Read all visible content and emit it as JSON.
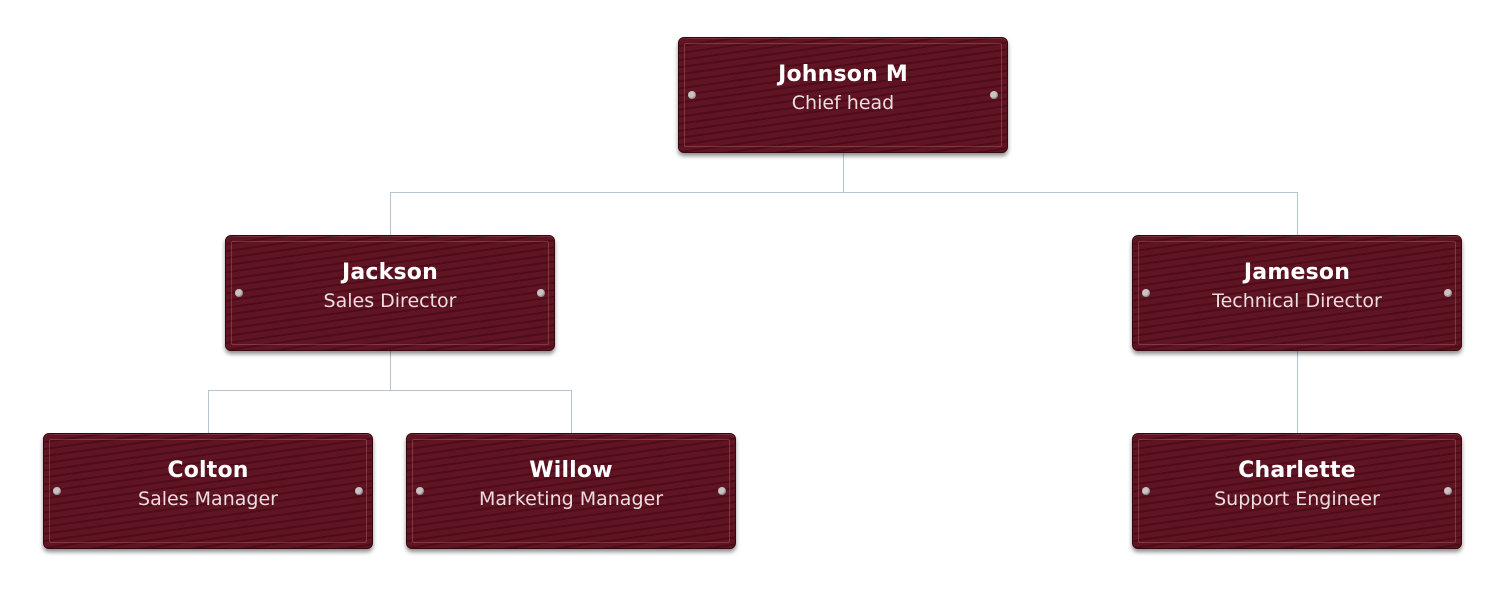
{
  "diagram": {
    "type": "org-chart",
    "colors": {
      "node_fill": "#5b0d1c",
      "node_border": "#3a0611",
      "connector": "#b7c5d3",
      "name_text": "#ffffff",
      "title_text": "#ebdde0",
      "background": "#ffffff"
    },
    "nodes": [
      {
        "id": "johnson",
        "name": "Johnson M",
        "title": "Chief head",
        "parent": null
      },
      {
        "id": "jackson",
        "name": "Jackson",
        "title": "Sales Director",
        "parent": "johnson"
      },
      {
        "id": "jameson",
        "name": "Jameson",
        "title": "Technical Director",
        "parent": "johnson"
      },
      {
        "id": "colton",
        "name": "Colton",
        "title": "Sales Manager",
        "parent": "jackson"
      },
      {
        "id": "willow",
        "name": "Willow",
        "title": "Marketing Manager",
        "parent": "jackson"
      },
      {
        "id": "charlette",
        "name": "Charlette",
        "title": "Support Engineer",
        "parent": "jameson"
      }
    ]
  }
}
